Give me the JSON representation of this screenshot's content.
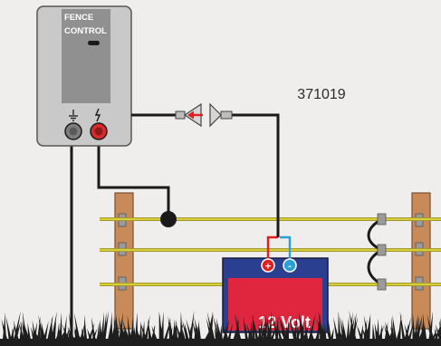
{
  "device": {
    "brand_line1": "FENCE",
    "brand_line2": "CONTROL"
  },
  "product_code": "371019",
  "battery": {
    "label": "12 Volt",
    "positive": "+",
    "negative": "-"
  },
  "colors": {
    "background": "#efeeed",
    "device_body": "#c9c9c9",
    "device_panel": "#909090",
    "post": "#c98a5a",
    "wire_yellow": "#d8cc3a",
    "battery_blue": "#2a3f8f",
    "battery_red": "#e0263f",
    "grass": "#1e1e1e",
    "positive_terminal": "#d82a2a",
    "arrow_red": "#e41c1c",
    "lead_blue": "#2a9fd8"
  }
}
